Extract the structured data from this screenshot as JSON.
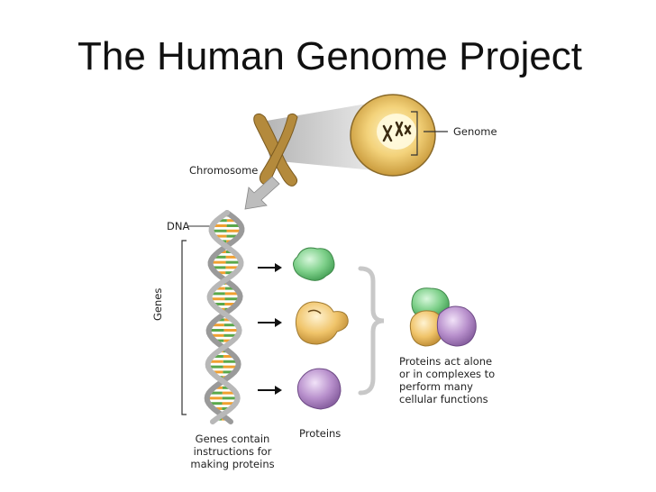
{
  "title": "The Human Genome Project",
  "labels": {
    "genome": "Genome",
    "chromosome": "Chromosome",
    "dna": "DNA",
    "genes": "Genes",
    "proteins": "Proteins",
    "genes_note": [
      "Genes contain",
      "instructions for",
      "making proteins"
    ],
    "proteins_note": [
      "Proteins act alone",
      "or in complexes to",
      "perform many",
      "cellular functions"
    ]
  },
  "colors": {
    "nucleus": "#e2b75a",
    "chromosome": "#b48a3c",
    "green_protein": "#7ed08a",
    "orange_protein": "#f0c46a",
    "purple_protein": "#b890cc"
  }
}
